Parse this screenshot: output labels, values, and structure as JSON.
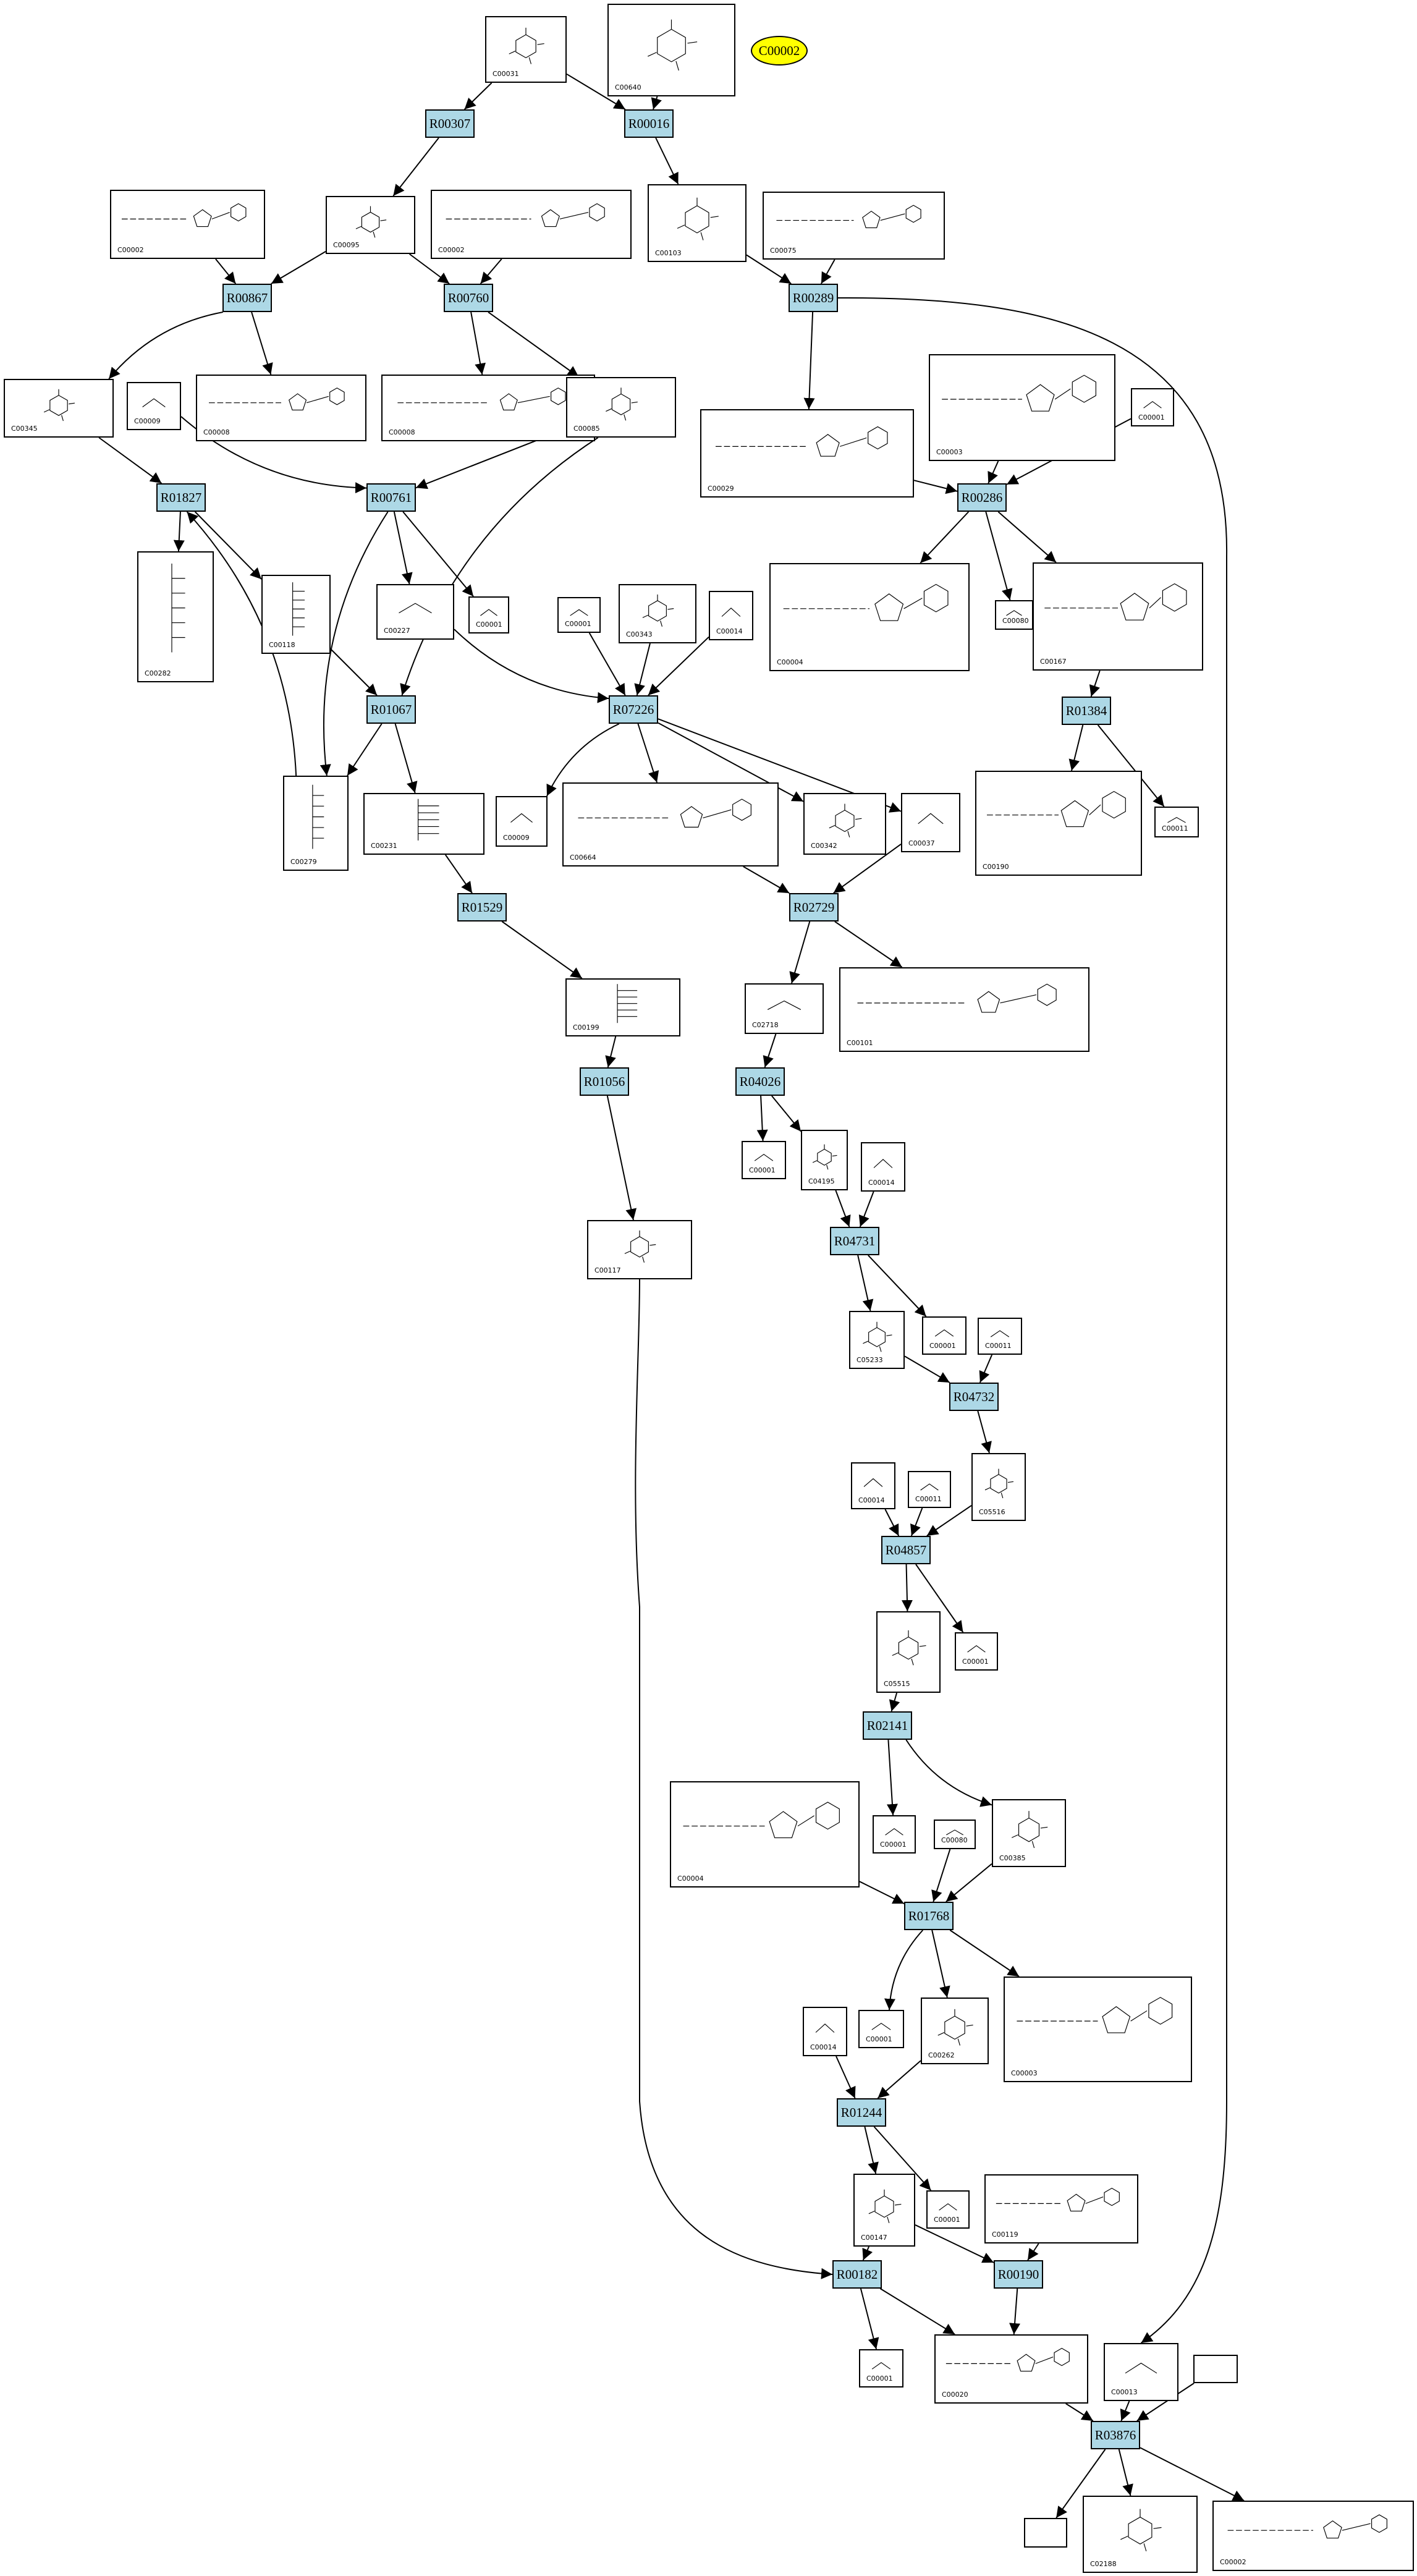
{
  "highlight": {
    "label": "C00002",
    "color": "#ffff00"
  },
  "reaction_color": "#add8e6",
  "reactions": [
    {
      "id": "R00307",
      "label": "R00307"
    },
    {
      "id": "R00016",
      "label": "R00016"
    },
    {
      "id": "R00867",
      "label": "R00867"
    },
    {
      "id": "R00760",
      "label": "R00760"
    },
    {
      "id": "R00289",
      "label": "R00289"
    },
    {
      "id": "R01827",
      "label": "R01827"
    },
    {
      "id": "R00761",
      "label": "R00761"
    },
    {
      "id": "R00286",
      "label": "R00286"
    },
    {
      "id": "R01067",
      "label": "R01067"
    },
    {
      "id": "R07226",
      "label": "R07226"
    },
    {
      "id": "R01384",
      "label": "R01384"
    },
    {
      "id": "R01529",
      "label": "R01529"
    },
    {
      "id": "R02729",
      "label": "R02729"
    },
    {
      "id": "R01056",
      "label": "R01056"
    },
    {
      "id": "R04026",
      "label": "R04026"
    },
    {
      "id": "R04731",
      "label": "R04731"
    },
    {
      "id": "R04732",
      "label": "R04732"
    },
    {
      "id": "R04857",
      "label": "R04857"
    },
    {
      "id": "R02141",
      "label": "R02141"
    },
    {
      "id": "R01768",
      "label": "R01768"
    },
    {
      "id": "R01244",
      "label": "R01244"
    },
    {
      "id": "R00182",
      "label": "R00182"
    },
    {
      "id": "R00190",
      "label": "R00190"
    },
    {
      "id": "R03876",
      "label": "R03876"
    }
  ],
  "compounds": [
    {
      "id": "c1",
      "label": "C00031",
      "kind": "ring"
    },
    {
      "id": "c2",
      "label": "C00640",
      "kind": "ring"
    },
    {
      "id": "c3",
      "label": "C00002",
      "kind": "long"
    },
    {
      "id": "c4",
      "label": "C00095",
      "kind": "ring"
    },
    {
      "id": "c5",
      "label": "C00002",
      "kind": "long"
    },
    {
      "id": "c6",
      "label": "C00103",
      "kind": "ring"
    },
    {
      "id": "c7",
      "label": "C00075",
      "kind": "long"
    },
    {
      "id": "c8",
      "label": "C00345",
      "kind": "ring"
    },
    {
      "id": "c9",
      "label": "C00009",
      "kind": "small"
    },
    {
      "id": "c10",
      "label": "C00008",
      "kind": "long"
    },
    {
      "id": "c11",
      "label": "C00008",
      "kind": "long"
    },
    {
      "id": "c12",
      "label": "C00085",
      "kind": "ring"
    },
    {
      "id": "c13",
      "label": "C00029",
      "kind": "long"
    },
    {
      "id": "c14",
      "label": "C00003",
      "kind": "long"
    },
    {
      "id": "c15",
      "label": "C00001",
      "kind": "small"
    },
    {
      "id": "c16",
      "label": "C00282",
      "kind": "chain"
    },
    {
      "id": "c17",
      "label": "C00118",
      "kind": "chain"
    },
    {
      "id": "c18",
      "label": "C00227",
      "kind": "small"
    },
    {
      "id": "c19",
      "label": "C00001",
      "kind": "small"
    },
    {
      "id": "c20",
      "label": "C00001",
      "kind": "small"
    },
    {
      "id": "c21",
      "label": "C00343",
      "kind": "ring"
    },
    {
      "id": "c22",
      "label": "C00014",
      "kind": "small"
    },
    {
      "id": "c23",
      "label": "C00004",
      "kind": "long"
    },
    {
      "id": "c24",
      "label": "C00080",
      "kind": "small"
    },
    {
      "id": "c25",
      "label": "C00167",
      "kind": "long"
    },
    {
      "id": "c26",
      "label": "C00279",
      "kind": "chain"
    },
    {
      "id": "c27",
      "label": "C00231",
      "kind": "chain"
    },
    {
      "id": "c28",
      "label": "C00009",
      "kind": "small"
    },
    {
      "id": "c29",
      "label": "C00664",
      "kind": "long"
    },
    {
      "id": "c30",
      "label": "C00342",
      "kind": "ring"
    },
    {
      "id": "c31",
      "label": "C00037",
      "kind": "small"
    },
    {
      "id": "c32",
      "label": "C00190",
      "kind": "long"
    },
    {
      "id": "c33",
      "label": "C00011",
      "kind": "small"
    },
    {
      "id": "c34",
      "label": "C00199",
      "kind": "chain"
    },
    {
      "id": "c35",
      "label": "C02718",
      "kind": "small"
    },
    {
      "id": "c36",
      "label": "C00101",
      "kind": "long"
    },
    {
      "id": "c37",
      "label": "C00001",
      "kind": "small"
    },
    {
      "id": "c38",
      "label": "C04195",
      "kind": "ring"
    },
    {
      "id": "c39",
      "label": "C00014",
      "kind": "small"
    },
    {
      "id": "c40",
      "label": "C00117",
      "kind": "ring"
    },
    {
      "id": "c41",
      "label": "C05233",
      "kind": "ring"
    },
    {
      "id": "c42",
      "label": "C00001",
      "kind": "small"
    },
    {
      "id": "c43",
      "label": "C00011",
      "kind": "small"
    },
    {
      "id": "c44",
      "label": "C05516",
      "kind": "ring"
    },
    {
      "id": "c45",
      "label": "C00014",
      "kind": "small"
    },
    {
      "id": "c46",
      "label": "C00011",
      "kind": "small"
    },
    {
      "id": "c47",
      "label": "C05515",
      "kind": "ring"
    },
    {
      "id": "c48",
      "label": "C00001",
      "kind": "small"
    },
    {
      "id": "c49",
      "label": "C00004",
      "kind": "long"
    },
    {
      "id": "c50",
      "label": "C00001",
      "kind": "small"
    },
    {
      "id": "c51",
      "label": "C00080",
      "kind": "small"
    },
    {
      "id": "c52",
      "label": "C00385",
      "kind": "ring"
    },
    {
      "id": "c53",
      "label": "C00014",
      "kind": "small"
    },
    {
      "id": "c54",
      "label": "C00001",
      "kind": "small"
    },
    {
      "id": "c55",
      "label": "C00262",
      "kind": "ring"
    },
    {
      "id": "c56",
      "label": "C00003",
      "kind": "long"
    },
    {
      "id": "c57",
      "label": "C00147",
      "kind": "ring"
    },
    {
      "id": "c58",
      "label": "C00001",
      "kind": "small"
    },
    {
      "id": "c59",
      "label": "C00119",
      "kind": "long"
    },
    {
      "id": "c60",
      "label": "C00001",
      "kind": "small"
    },
    {
      "id": "c61",
      "label": "C00020",
      "kind": "long"
    },
    {
      "id": "c62",
      "label": "C00013",
      "kind": "small"
    },
    {
      "id": "c63",
      "label": "",
      "kind": "empty"
    },
    {
      "id": "c64",
      "label": "",
      "kind": "empty"
    },
    {
      "id": "c65",
      "label": "C02188",
      "kind": "ring"
    },
    {
      "id": "c66",
      "label": "C00002",
      "kind": "long"
    }
  ]
}
